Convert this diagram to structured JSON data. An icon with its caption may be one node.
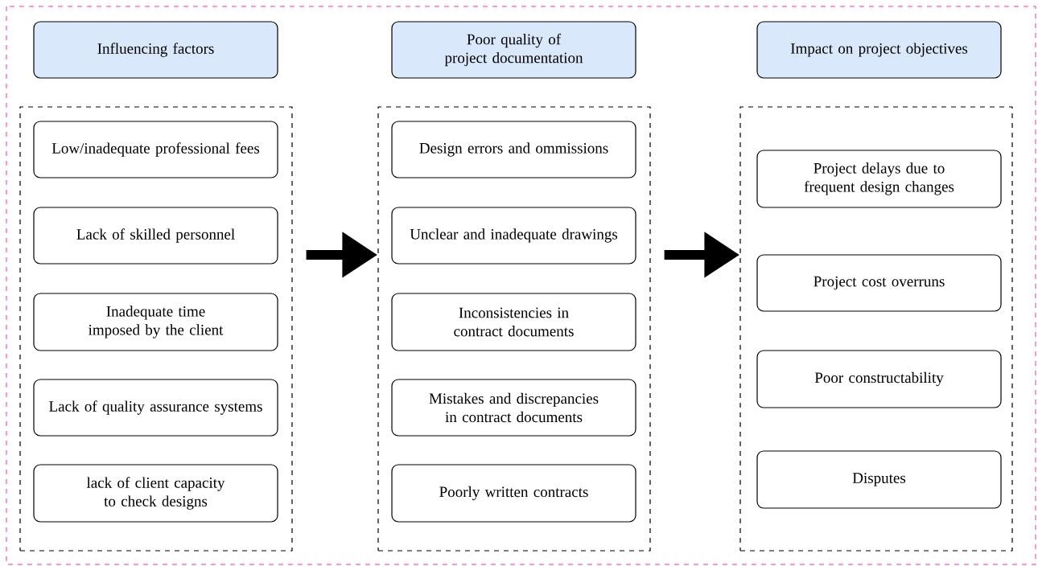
{
  "diagram": {
    "nodes": [
      {
        "text": [
          "Influencing factors"
        ]
      },
      {
        "text": [
          "Poor quality of project documentation"
        ]
      },
      {
        "text": [
          "Impact on project objectives"
        ]
      },
      {
        "text": [],
        "shape": "box"
      },
      {
        "text": [
          "Low/inadequate professional fees"
        ],
        "in": 3
      },
      {
        "text": [
          "Lack of skilled personnel"
        ],
        "in": 3
      },
      {
        "text": [
          "Inadequate time imposed by the client"
        ],
        "in": 3
      },
      {
        "text": [
          "Lack of quality assurance systems"
        ],
        "in": 3
      },
      {
        "text": [
          "lack of client capacity to check designs"
        ],
        "in": 3
      },
      {
        "text": [],
        "shape": "box"
      },
      {
        "text": [
          "Design errors and ommissions"
        ],
        "in": 9
      },
      {
        "text": [
          "Unclear and inadequate drawings"
        ],
        "in": 9
      },
      {
        "text": [
          "Inconsistencies in contract documents"
        ],
        "in": 9
      },
      {
        "text": [
          "Mistakes and discrepancies in contract documents"
        ],
        "in": 9
      },
      {
        "text": [
          "Poorly written contracts"
        ],
        "in": 9
      },
      {
        "text": [],
        "shape": "box"
      },
      {
        "text": [
          "Project delays due to frequent design changes"
        ],
        "in": 15
      },
      {
        "text": [
          "Project cost overruns"
        ],
        "in": 15
      },
      {
        "text": [
          "Poor constructability"
        ],
        "in": 15
      },
      {
        "text": [
          "Disputes"
        ],
        "in": 15
      }
    ],
    "edges": [
      {
        "from": 3,
        "to": 9,
        "arrow": "to"
      },
      {
        "from": 9,
        "to": 15,
        "arrow": "to"
      }
    ]
  }
}
